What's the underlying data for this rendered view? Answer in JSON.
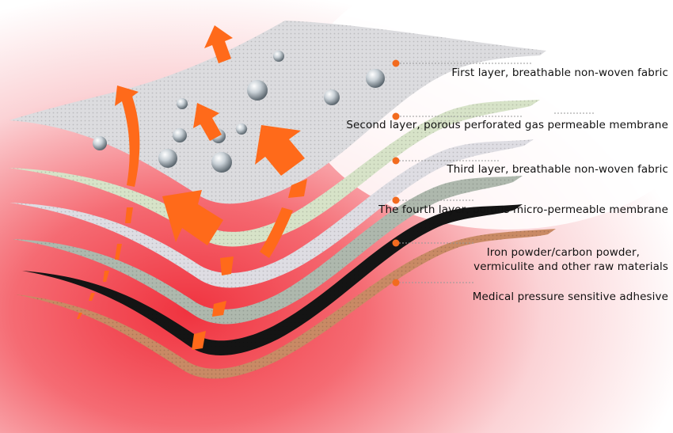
{
  "layers": [
    {
      "id": "layer-1",
      "label": "First layer, breathable non-woven fabric",
      "fill": "#dcdcdf"
    },
    {
      "id": "layer-2",
      "label": "Second layer, porous perforated gas permeable membrane",
      "fill": "#d7e3c8"
    },
    {
      "id": "layer-3",
      "label": "Third layer, breathable non-woven fabric",
      "fill": "#dedde3"
    },
    {
      "id": "layer-4",
      "label": "The fourth layer, porous micro-permeable membrane",
      "fill": "#aeb8ad"
    },
    {
      "id": "layer-5",
      "label_lines": [
        "Iron powder/carbon powder,",
        "vermiculite and other raw materials"
      ],
      "fill": "#141414"
    },
    {
      "id": "layer-6",
      "label": "Medical pressure sensitive adhesive",
      "fill": "#c98a65"
    }
  ],
  "colors": {
    "arrow": "#ff6a1a",
    "leader": "#999999",
    "dot": "#f26b1f",
    "background_glow": "#f0333f"
  }
}
